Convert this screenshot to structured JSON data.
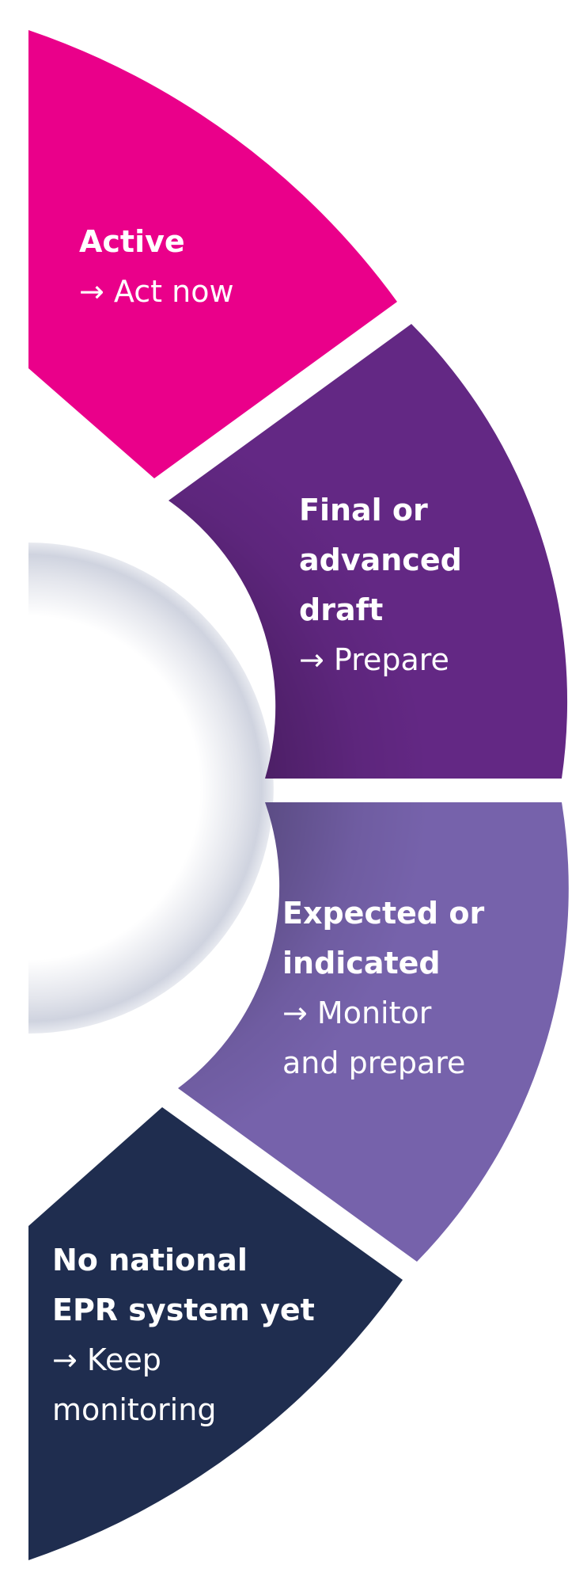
{
  "segments": [
    {
      "id": "active",
      "color": "#ea008a",
      "title_lines": [
        "Active"
      ],
      "action_lines": [
        "→ Act now"
      ]
    },
    {
      "id": "final-or-advanced-draft",
      "color": "#632884",
      "title_lines": [
        "Final or",
        "advanced",
        "draft"
      ],
      "action_lines": [
        "→ Prepare"
      ]
    },
    {
      "id": "expected-or-indicated",
      "color": "#7662ab",
      "title_lines": [
        "Expected or",
        "indicated"
      ],
      "action_lines": [
        "→ Monitor",
        "and prepare"
      ]
    },
    {
      "id": "no-national-epr-system-yet",
      "color": "#1f2d4f",
      "title_lines": [
        "No national",
        "EPR system yet"
      ],
      "action_lines": [
        "→ Keep",
        "monitoring"
      ]
    }
  ]
}
